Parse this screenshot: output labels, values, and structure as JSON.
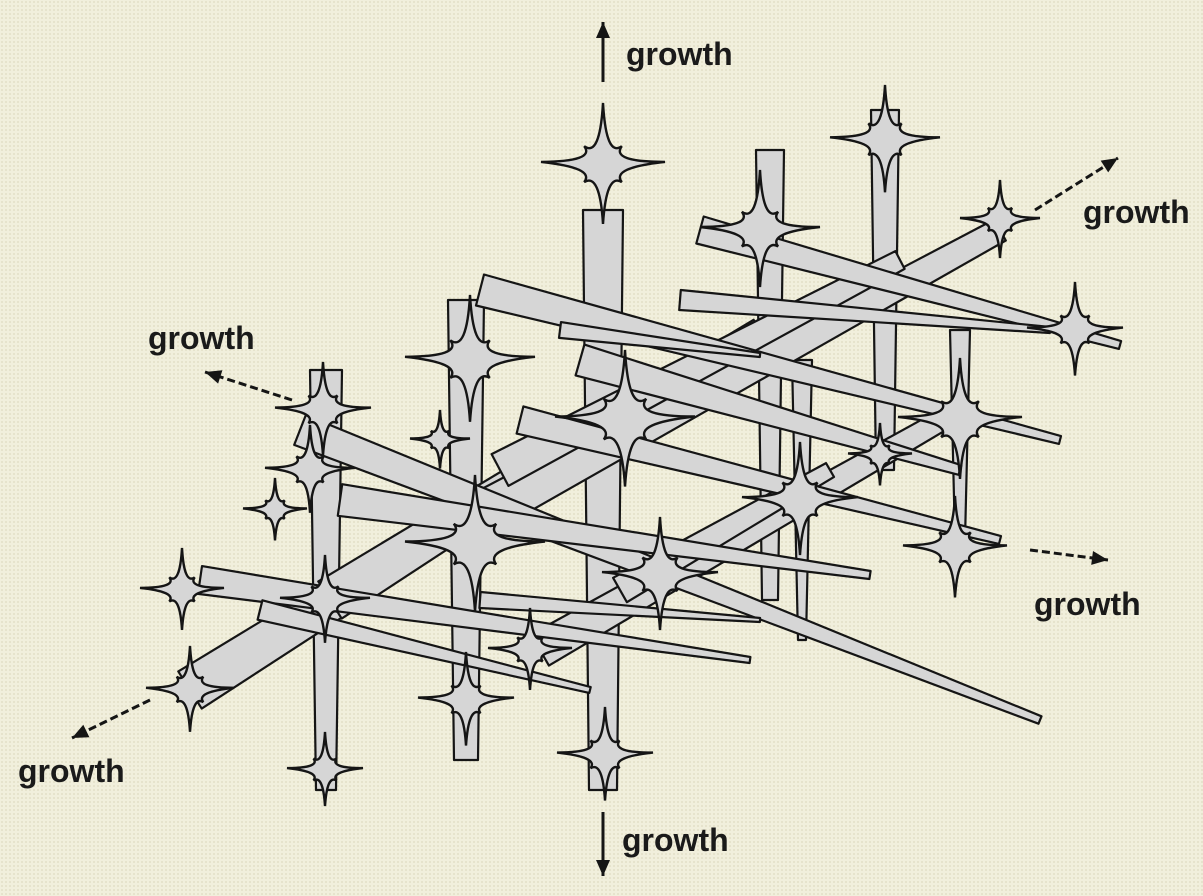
{
  "labels": {
    "top": "growth",
    "top_right": "growth",
    "left": "growth",
    "right": "growth",
    "bottom_left": "growth",
    "bottom": "growth"
  },
  "colors": {
    "crystal_fill": "#d6d6d6",
    "crystal_stroke": "#151515",
    "arrow": "#151515",
    "background": "#f1efdc"
  }
}
